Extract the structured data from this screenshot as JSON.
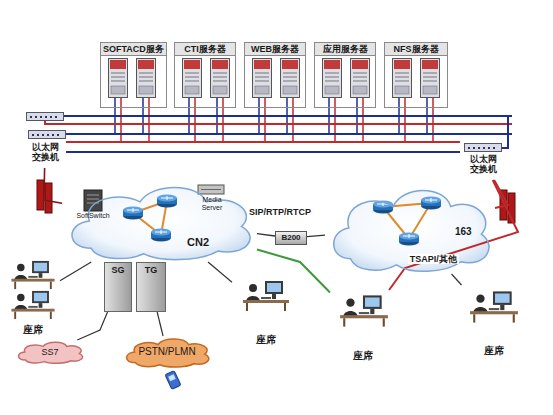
{
  "diagram": {
    "nodes": [
      {
        "text": [
          "SOFTACD服务"
        ]
      },
      {
        "text": [
          "CTI服务器"
        ]
      },
      {
        "text": [
          "WEB服务器"
        ]
      },
      {
        "text": [
          "应用服务器"
        ]
      },
      {
        "text": [
          "NFS服务器"
        ]
      },
      {
        "text": [
          "以太网 交换机"
        ]
      },
      {
        "text": [
          "以太网 交换机"
        ]
      },
      {
        "text": [
          "CN2"
        ]
      },
      {
        "text": [
          "SoftSwitch"
        ],
        "in": 7
      },
      {
        "text": [
          "Media Server"
        ],
        "in": 7
      },
      {
        "text": [
          "B200"
        ]
      },
      {
        "text": [
          "163"
        ]
      },
      {
        "text": [
          "SG"
        ]
      },
      {
        "text": [
          "TG"
        ]
      },
      {
        "text": [
          "SS7"
        ]
      },
      {
        "text": [
          "PSTN/PLMN"
        ]
      },
      {
        "text": [
          "座席"
        ]
      },
      {
        "text": [
          "座席"
        ]
      },
      {
        "text": [
          "座席"
        ]
      },
      {
        "text": [
          "座席"
        ]
      }
    ],
    "edges": [
      {
        "from": 5,
        "to": 7,
        "arrow": "none"
      },
      {
        "from": 7,
        "to": 10,
        "label": "SIP/RTP/RTCP",
        "arrow": "none"
      },
      {
        "from": 10,
        "to": 11,
        "arrow": "none"
      },
      {
        "from": 7,
        "to": 18,
        "arrow": "none"
      },
      {
        "from": 6,
        "to": 11,
        "arrow": "none"
      },
      {
        "from": 6,
        "to": 18,
        "label": "TSAPI/其他",
        "arrow": "none"
      },
      {
        "from": 12,
        "to": 14,
        "arrow": "none"
      },
      {
        "from": 13,
        "to": 15,
        "arrow": "none"
      },
      {
        "from": 7,
        "to": 16,
        "arrow": "none"
      },
      {
        "from": 7,
        "to": 17,
        "arrow": "none"
      },
      {
        "from": 11,
        "to": 19,
        "arrow": "none"
      }
    ]
  }
}
